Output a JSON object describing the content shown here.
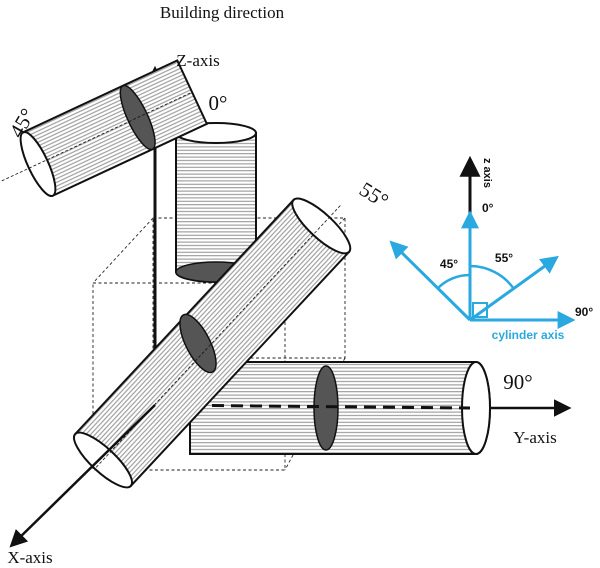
{
  "title": "Building direction",
  "axes": {
    "z_label": "Z-axis",
    "x_label": "X-axis",
    "y_label": "Y-axis"
  },
  "cylinder_angles": {
    "c0": "0°",
    "c45": "45°",
    "c55": "55°",
    "c90": "90°"
  },
  "inset": {
    "z_axis_label": "z axis",
    "zero_label": "0°",
    "a45_label": "45°",
    "a55_label": "55°",
    "a90_label": "90°",
    "cylinder_axis_label": "cylinder axis",
    "colors": {
      "accent": "#2aa8e0",
      "ink": "#111111"
    }
  },
  "colors": {
    "stripe": "#9a9a9a",
    "cross_section": "#555555",
    "outline": "#111111"
  }
}
